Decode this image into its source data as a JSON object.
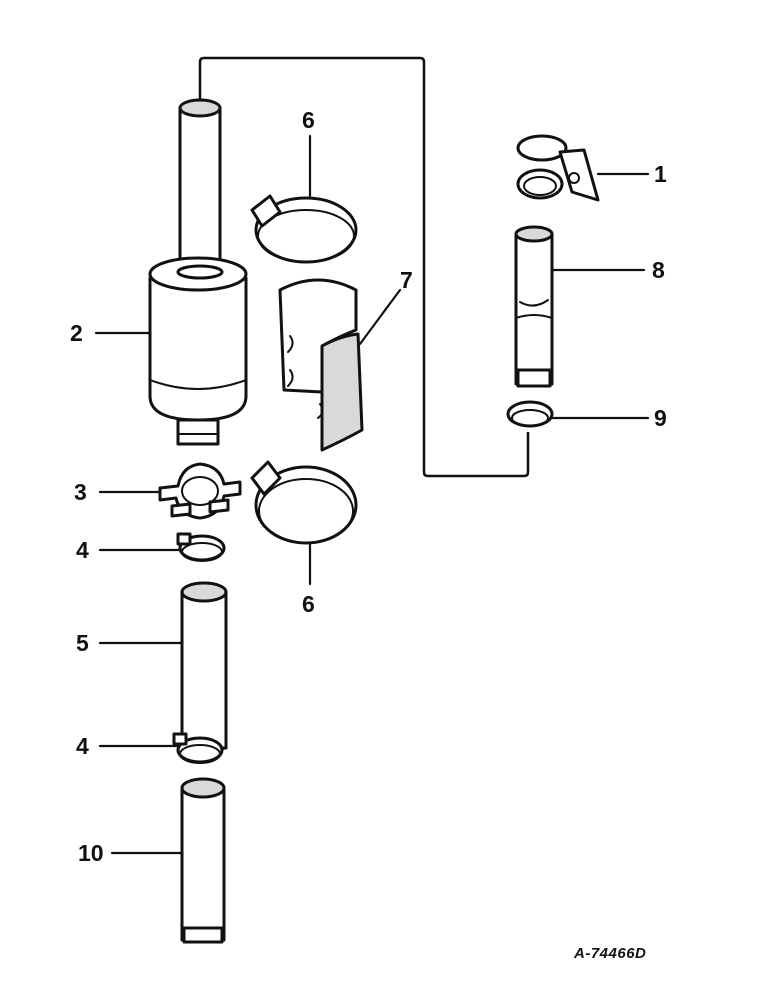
{
  "callouts": {
    "c1": "1",
    "c2": "2",
    "c3": "3",
    "c4a": "4",
    "c4b": "4",
    "c5": "5",
    "c6a": "6",
    "c6b": "6",
    "c7": "7",
    "c8": "8",
    "c9": "9",
    "c10": "10"
  },
  "figure_ref": "A-74466D"
}
